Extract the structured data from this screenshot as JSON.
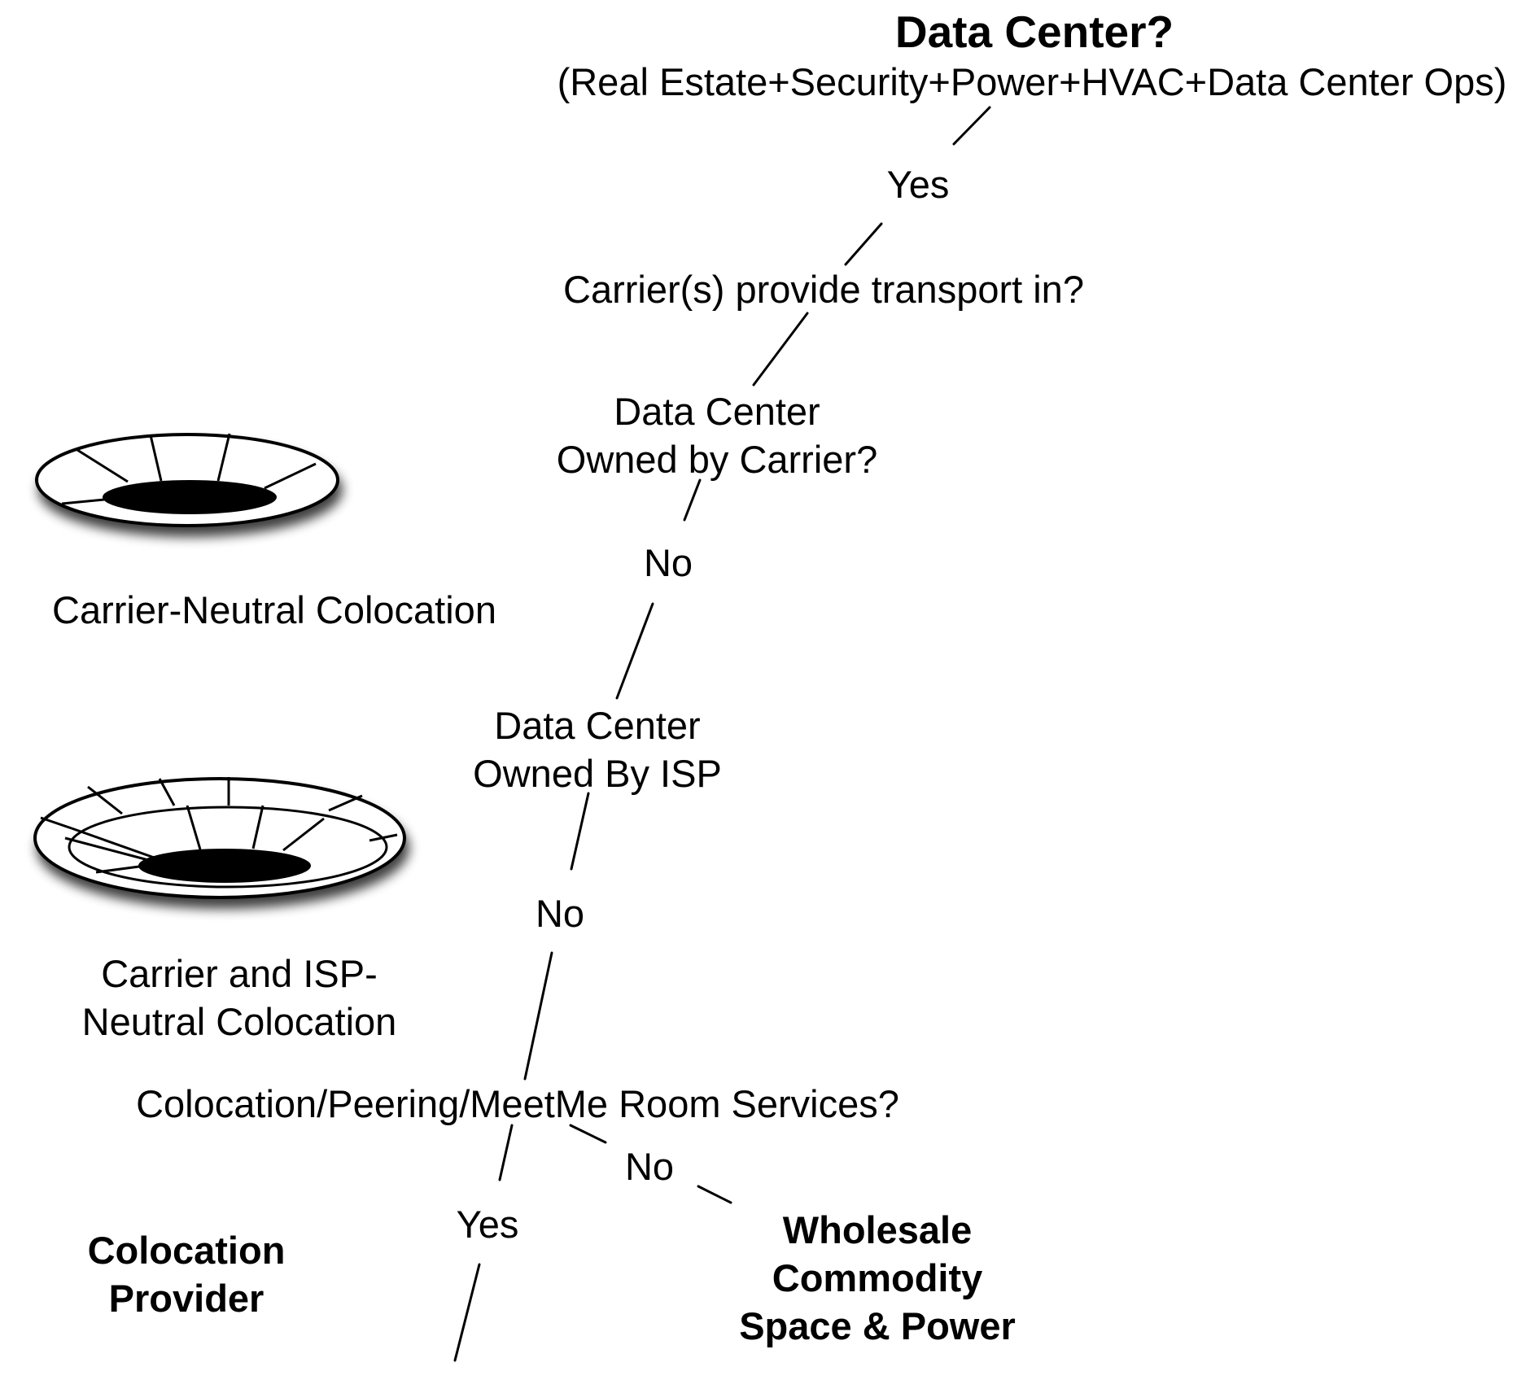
{
  "title": "Data Center?",
  "subtitle": "(Real Estate+Security+Power+HVAC+Data Center Ops)",
  "nodes": {
    "yes_1": "Yes",
    "carriers_question": "Carrier(s) provide transport in?",
    "owned_by_carrier_line1": "Data Center",
    "owned_by_carrier_line2": "Owned by Carrier?",
    "no_1": "No",
    "owned_by_isp_line1": "Data Center",
    "owned_by_isp_line2": "Owned By ISP",
    "no_2": "No",
    "colocation_question": "Colocation/Peering/MeetMe Room Services?",
    "no_3": "No",
    "yes_2": "Yes",
    "colocation_provider_line1": "Colocation",
    "colocation_provider_line2": "Provider",
    "wholesale_line1": "Wholesale",
    "wholesale_line2": "Commodity",
    "wholesale_line3": "Space & Power"
  },
  "illustrations": {
    "carrier_neutral_label": "Carrier-Neutral Colocation",
    "carrier_isp_neutral_line1": "Carrier and ISP-",
    "carrier_isp_neutral_line2": "Neutral Colocation"
  },
  "colors": {
    "ink": "#000000",
    "background": "#ffffff"
  }
}
